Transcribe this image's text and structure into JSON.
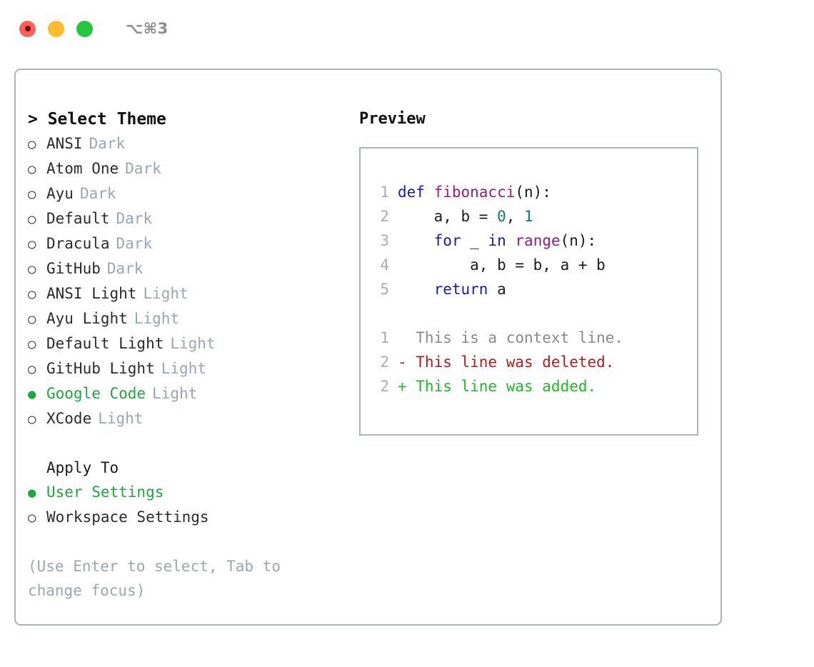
{
  "titlebar": {
    "lights": [
      {
        "name": "close-button",
        "color": "#ff6159"
      },
      {
        "name": "minimize-button",
        "color": "#ffbd2e"
      },
      {
        "name": "maximize-button",
        "color": "#23c840"
      }
    ],
    "shortcut": "⌥⌘3"
  },
  "theme_list": {
    "header": "> Select Theme",
    "items": [
      {
        "marker": "○",
        "name": "ANSI",
        "variant": "Dark",
        "selected": false
      },
      {
        "marker": "○",
        "name": "Atom One",
        "variant": "Dark",
        "selected": false
      },
      {
        "marker": "○",
        "name": "Ayu",
        "variant": "Dark",
        "selected": false
      },
      {
        "marker": "○",
        "name": "Default",
        "variant": "Dark",
        "selected": false
      },
      {
        "marker": "○",
        "name": "Dracula",
        "variant": "Dark",
        "selected": false
      },
      {
        "marker": "○",
        "name": "GitHub",
        "variant": "Dark",
        "selected": false
      },
      {
        "marker": "○",
        "name": "ANSI Light",
        "variant": "Light",
        "selected": false
      },
      {
        "marker": "○",
        "name": "Ayu Light",
        "variant": "Light",
        "selected": false
      },
      {
        "marker": "○",
        "name": "Default Light",
        "variant": "Light",
        "selected": false
      },
      {
        "marker": "○",
        "name": "GitHub Light",
        "variant": "Light",
        "selected": false
      },
      {
        "marker": "●",
        "name": "Google Code",
        "variant": "Light",
        "selected": true
      },
      {
        "marker": "○",
        "name": "XCode",
        "variant": "Light",
        "selected": false
      }
    ]
  },
  "apply_to": {
    "header": "Apply To",
    "items": [
      {
        "marker": "●",
        "name": "User Settings",
        "selected": true
      },
      {
        "marker": "○",
        "name": "Workspace Settings",
        "selected": false
      }
    ]
  },
  "hint": "(Use Enter to select, Tab to change focus)",
  "preview": {
    "title": "Preview",
    "code_lines": [
      {
        "num": "1",
        "tokens": [
          {
            "t": "def ",
            "c": "kw"
          },
          {
            "t": "fibonacci",
            "c": "fn"
          },
          {
            "t": "(n):",
            "c": "plain"
          }
        ]
      },
      {
        "num": "2",
        "tokens": [
          {
            "t": "    a, b = ",
            "c": "plain"
          },
          {
            "t": "0",
            "c": "num"
          },
          {
            "t": ", ",
            "c": "plain"
          },
          {
            "t": "1",
            "c": "num"
          }
        ]
      },
      {
        "num": "3",
        "tokens": [
          {
            "t": "    ",
            "c": "plain"
          },
          {
            "t": "for",
            "c": "kw"
          },
          {
            "t": " _ ",
            "c": "plain"
          },
          {
            "t": "in",
            "c": "kw"
          },
          {
            "t": " ",
            "c": "plain"
          },
          {
            "t": "range",
            "c": "fn"
          },
          {
            "t": "(n):",
            "c": "plain"
          }
        ]
      },
      {
        "num": "4",
        "tokens": [
          {
            "t": "        a, b = b, a + b",
            "c": "plain"
          }
        ]
      },
      {
        "num": "5",
        "tokens": [
          {
            "t": "    ",
            "c": "plain"
          },
          {
            "t": "return",
            "c": "kw"
          },
          {
            "t": " a",
            "c": "plain"
          }
        ]
      }
    ],
    "diff_lines": [
      {
        "num": "1",
        "text": "  This is a context line.",
        "kind": "ctx"
      },
      {
        "num": "2",
        "text": "- This line was deleted.",
        "kind": "del"
      },
      {
        "num": "2",
        "text": "+ This line was added.",
        "kind": "add"
      }
    ]
  }
}
